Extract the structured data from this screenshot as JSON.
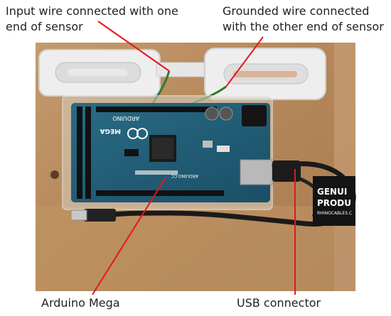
{
  "labels": {
    "input_wire": [
      "Input wire connected with one",
      "end of sensor"
    ],
    "grounded_wire": [
      "Grounded wire connected",
      "with the other end of sensor"
    ],
    "arduino": "Arduino Mega",
    "usb": "USB connector"
  },
  "board": {
    "brand": "ARDUINO",
    "model": "MEGA",
    "site": "ARDUINO.CC"
  },
  "tag": [
    "GENUI",
    "PRODU",
    "RHINOCABLES.C"
  ],
  "colors": {
    "annotation_line": "#e8161b",
    "board": "#1f5f78",
    "wood": "#b78a5e",
    "sensor_white": "#ececec",
    "cable": "#1a1a1a"
  }
}
